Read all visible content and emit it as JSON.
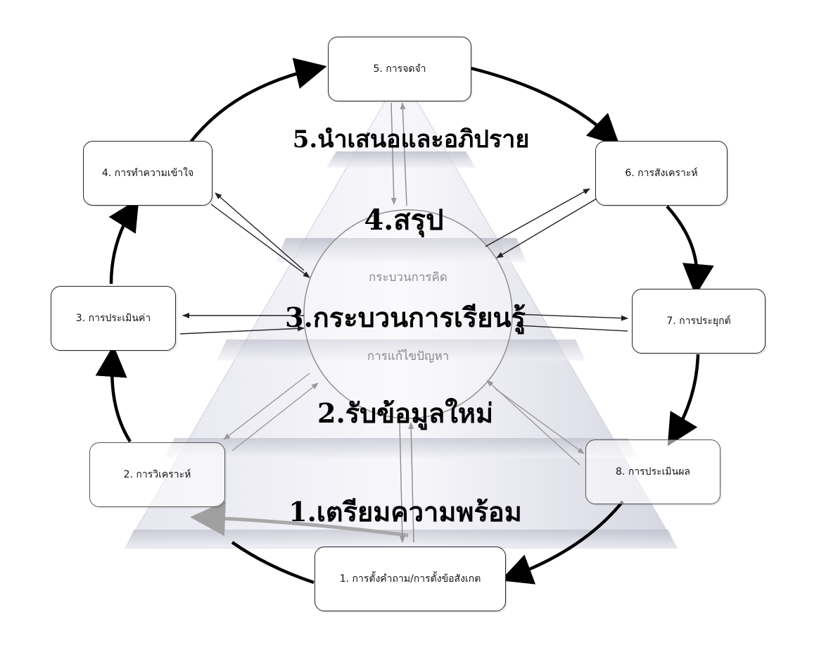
{
  "cycle_nodes": [
    {
      "id": "n1",
      "label": "1. การตั้งคำถาม/การตั้งข้อสังเกต"
    },
    {
      "id": "n2",
      "label": "2. การวิเคราะห์"
    },
    {
      "id": "n3",
      "label": "3. การประเมินค่า"
    },
    {
      "id": "n4",
      "label": "4. การทำความเข้าใจ"
    },
    {
      "id": "n5",
      "label": "5. การจดจำ"
    },
    {
      "id": "n6",
      "label": "6. การสังเคราะห์"
    },
    {
      "id": "n7",
      "label": "7. การประยุกต์"
    },
    {
      "id": "n8",
      "label": "8. การประเมินผล"
    }
  ],
  "pyramid_levels": [
    {
      "label": "1.เตรียมความพร้อม"
    },
    {
      "label": "2.รับข้อมูลใหม่"
    },
    {
      "label": "3.กระบวนการเรียนรู้"
    },
    {
      "label": "4.สรุป"
    },
    {
      "label": "5.นำเสนอและอภิปราย"
    }
  ],
  "core": {
    "top_label": "กระบวนการคิด",
    "bottom_label": "การแก้ไขปัญหา"
  },
  "colors": {
    "pyramid_light": "#f4f4fa",
    "pyramid_mid": "#d9d9e6",
    "pyramid_dark": "#b9b9c8",
    "cycle_arrow": "#000000",
    "link_arrow": "#222222",
    "faded_arrow": "#999999"
  }
}
